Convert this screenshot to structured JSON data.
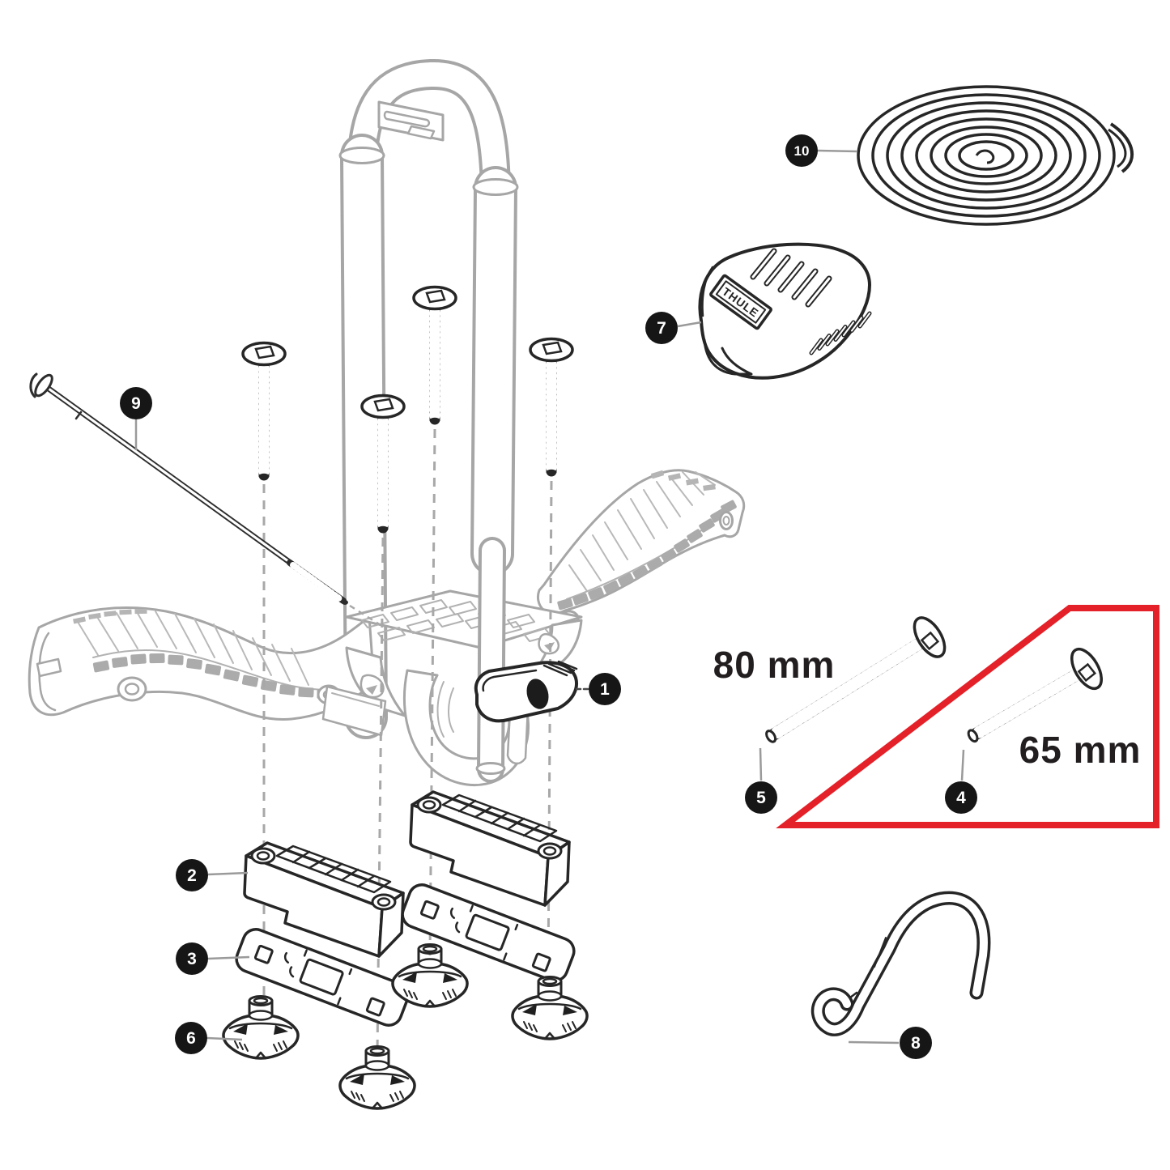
{
  "figure": {
    "type": "exploded-parts-diagram",
    "brand": "THULE",
    "dimension_labels": {
      "bolt_80": "80 mm",
      "bolt_65": "65 mm"
    },
    "colors": {
      "highlight_red": "#e42028",
      "ink": "#262626",
      "ghost_gray": "#a6a6a6",
      "pad_strip_gray": "#ababab"
    },
    "callouts": [
      {
        "number": "1",
        "part": "locking-knob"
      },
      {
        "number": "2",
        "part": "crossbar-spacer-block"
      },
      {
        "number": "3",
        "part": "clamp-plate"
      },
      {
        "number": "4",
        "part": "bolt-65mm"
      },
      {
        "number": "5",
        "part": "bolt-80mm"
      },
      {
        "number": "6",
        "part": "wing-nut"
      },
      {
        "number": "7",
        "part": "knob-cover"
      },
      {
        "number": "8",
        "part": "strap-hook"
      },
      {
        "number": "9",
        "part": "long-bolt"
      },
      {
        "number": "10",
        "part": "strap-roll"
      }
    ]
  }
}
